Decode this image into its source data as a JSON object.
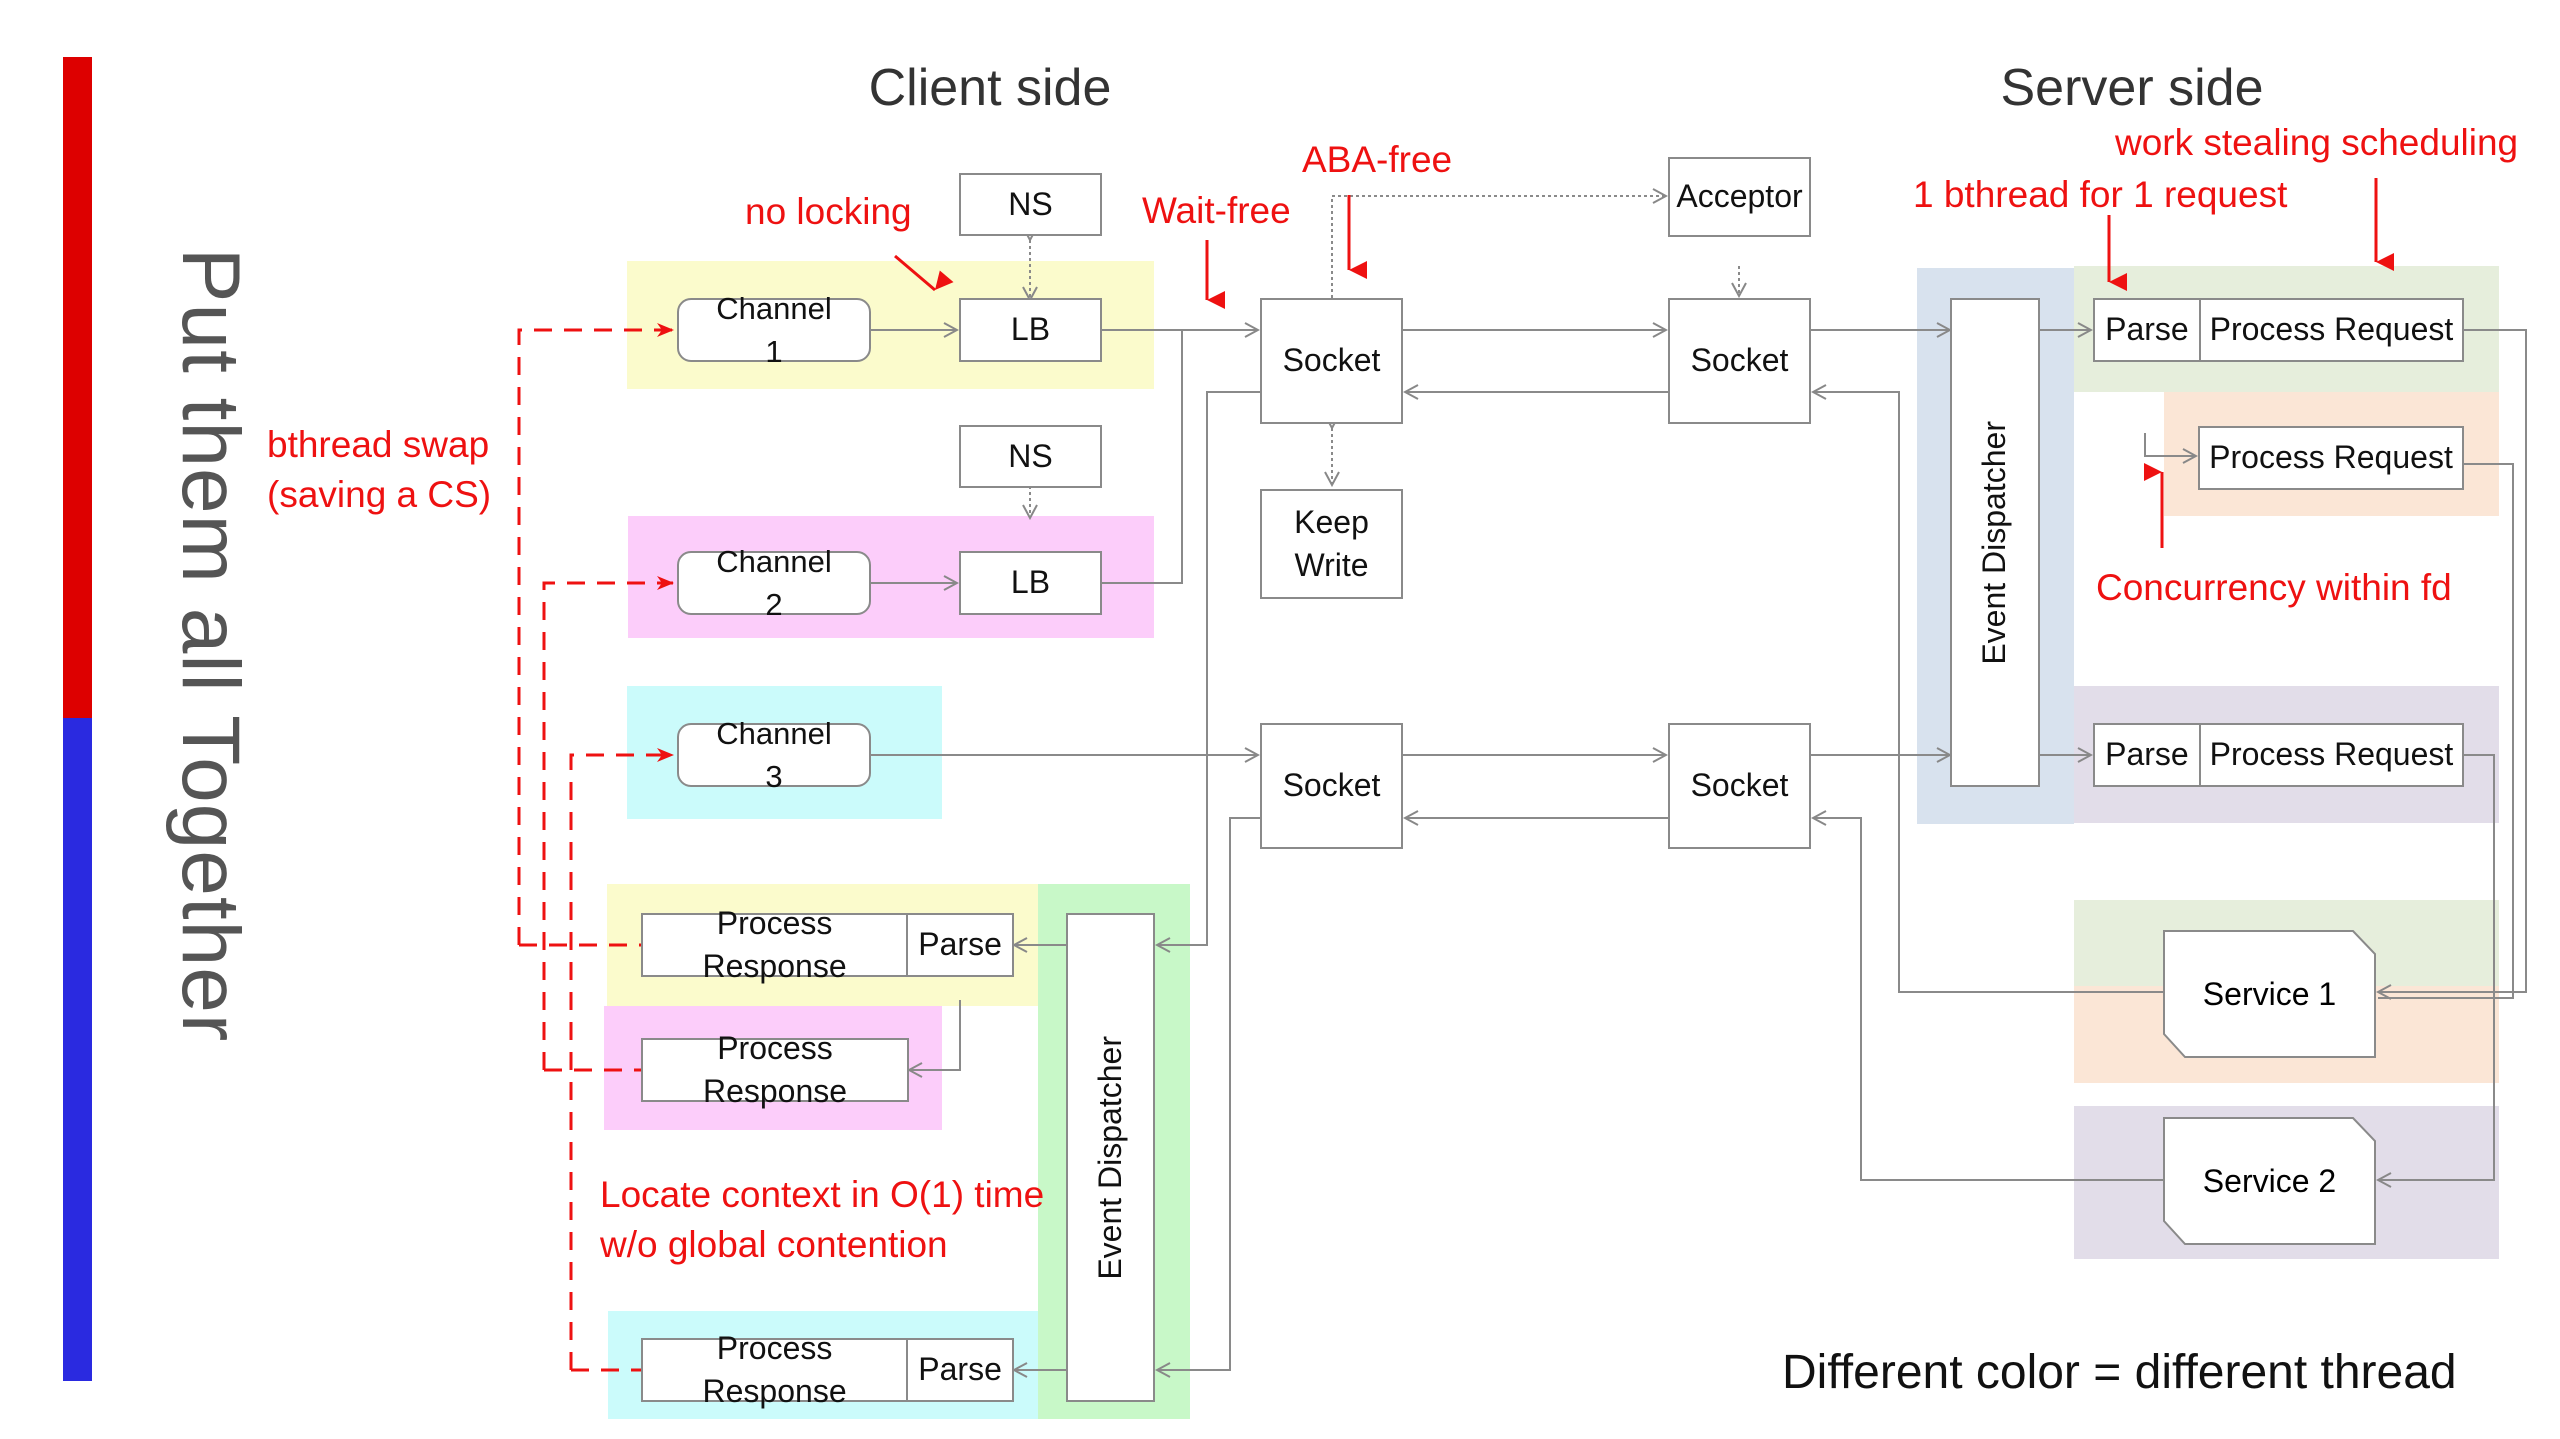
{
  "slide": {
    "vertical_title": "Put them all Together",
    "client_title": "Client side",
    "server_title": "Server side",
    "legend_caption": "Different color = different thread",
    "side_bar_colors": {
      "top": "#dd0000",
      "bottom": "#2a2ae0"
    }
  },
  "thread_colors": {
    "yellow": "#fbfbcc",
    "pink": "#fccdfa",
    "cyan": "#cbfbfb",
    "green_light": "#c8f8c8",
    "blue_gray": "#d8e2ee",
    "olive": "#e6eedc",
    "peach": "#fbe6d6",
    "lavender": "#e2dde9"
  },
  "client": {
    "channels": [
      {
        "line1": "Channel",
        "line2": "1"
      },
      {
        "line1": "Channel",
        "line2": "2"
      },
      {
        "line1": "Channel",
        "line2": "3"
      }
    ],
    "lb_label": "LB",
    "ns_label": "NS",
    "socket_label": "Socket",
    "keep_write": {
      "line1": "Keep",
      "line2": "Write"
    },
    "event_dispatcher": "Event Dispatcher",
    "process_response": "Process Response",
    "parse": "Parse"
  },
  "server": {
    "acceptor": "Acceptor",
    "socket_label": "Socket",
    "event_dispatcher": "Event Dispatcher",
    "parse": "Parse",
    "process_request": "Process Request",
    "services": [
      "Service 1",
      "Service 2"
    ]
  },
  "annotations": {
    "no_locking": "no locking",
    "wait_free": "Wait-free",
    "aba_free": "ABA-free",
    "one_bthread": "1 bthread for 1 request",
    "work_stealing": "work stealing scheduling",
    "concurrency": "Concurrency within fd",
    "bthread_swap": [
      "bthread swap",
      "(saving a CS)"
    ],
    "locate_context": [
      "Locate context in O(1) time",
      "w/o global contention"
    ]
  }
}
